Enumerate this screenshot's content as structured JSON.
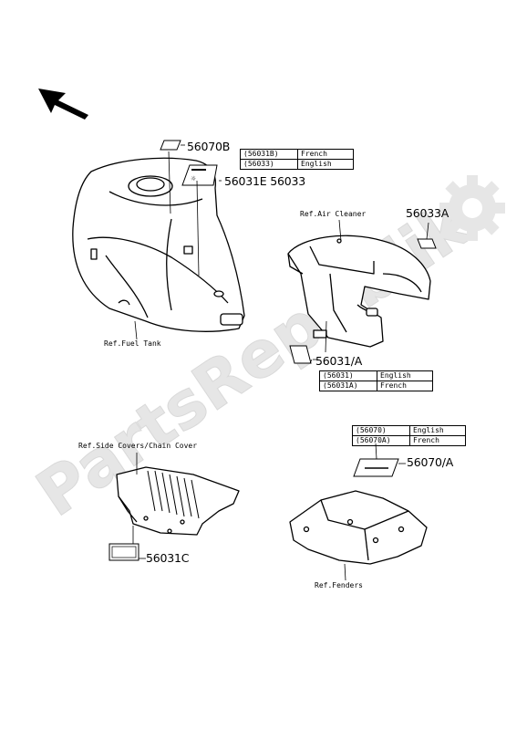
{
  "watermark": "PartsRepublik",
  "colors": {
    "line": "#000000",
    "watermark": "#e6e6e6",
    "fill": "#ffffff"
  },
  "icons": {
    "direction": "front-arrow-icon",
    "watermark_gear": "gear-icon"
  },
  "part_numbers": {
    "p56070B": "56070B",
    "p56031E_56033": "56031E 56033",
    "p56033A": "56033A",
    "p56031_A": "56031/A",
    "p56070_A": "56070/A",
    "p56031C": "56031C"
  },
  "references": {
    "fuel_tank": "Ref.Fuel Tank",
    "air_cleaner": "Ref.Air Cleaner",
    "side_covers": "Ref.Side Covers/Chain Cover",
    "fenders": "Ref.Fenders"
  },
  "language_tables": {
    "tank": [
      {
        "code": "(56031B)",
        "lang": "French"
      },
      {
        "code": "(56033)",
        "lang": "English"
      }
    ],
    "air_cleaner": [
      {
        "code": "(56031)",
        "lang": "English"
      },
      {
        "code": "(56031A)",
        "lang": "French"
      }
    ],
    "fender": [
      {
        "code": "(56070)",
        "lang": "English"
      },
      {
        "code": "(56070A)",
        "lang": "French"
      }
    ]
  }
}
